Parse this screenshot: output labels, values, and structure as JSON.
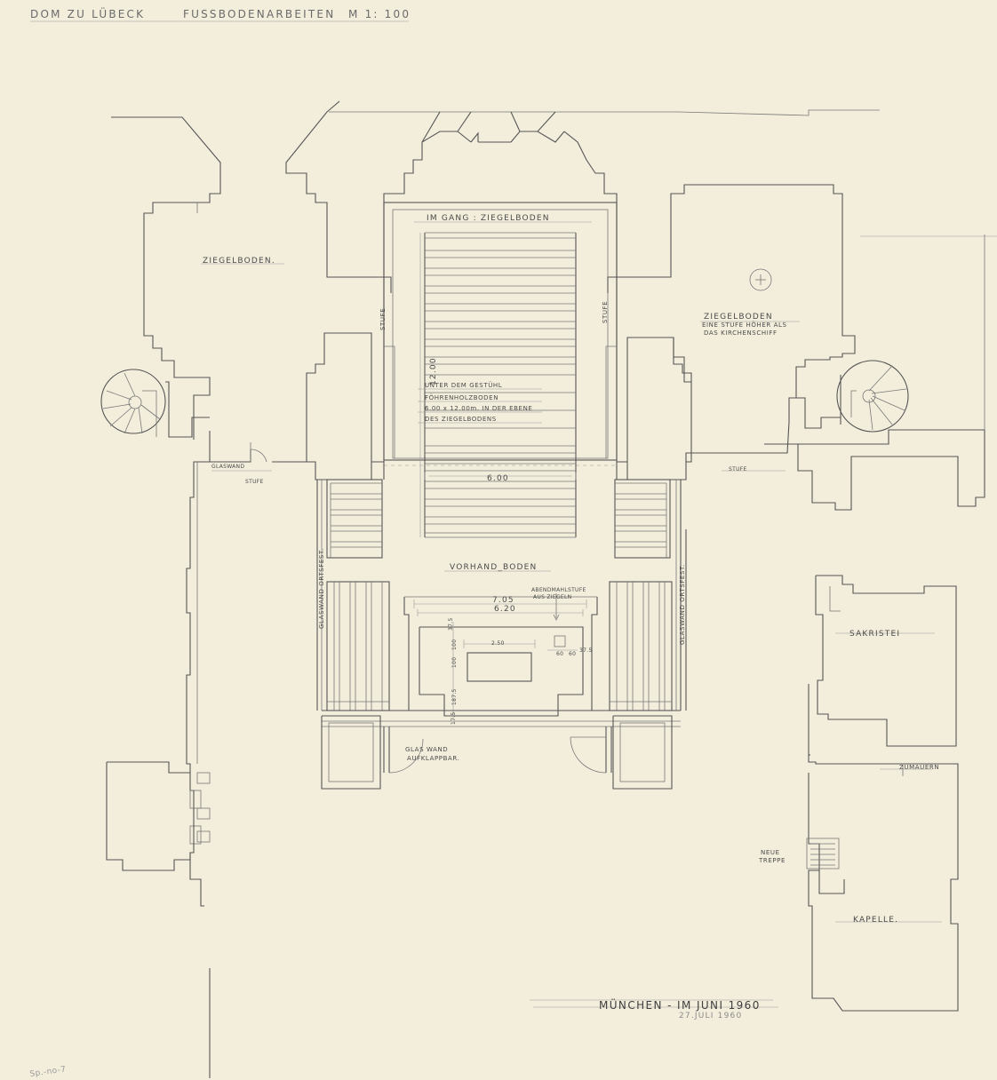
{
  "header": {
    "building": "DOM ZU LÜBECK",
    "subject": "FUSSBODENARBEITEN",
    "scale": "M 1: 100"
  },
  "labels": {
    "gang": "IM GANG : ZIEGELBODEN",
    "ziegel_left": "ZIEGELBODEN.",
    "ziegel_right": "ZIEGELBODEN",
    "ziegel_right_note1": "EINE STUFE HÖHER ALS",
    "ziegel_right_note2": "DAS KIRCHENSCHIFF",
    "stufe": "STUFE",
    "glaswand": "GLASWAND",
    "glaswand_ortsfest": "GLASWAND ORTSFEST.",
    "gestuehl1": "UNTER DEM GESTÜHL",
    "gestuehl2": "FÖHRENHOLZBODEN",
    "gestuehl3": "6.00 x 12.00m. IN DER EBENE",
    "gestuehl4": "DES ZIEGELBODENS",
    "vorhand": "VORHAND_BODEN",
    "abendmahl1": "ABENDMAHLSTUFE",
    "abendmahl2": "AUS ZIEGELN",
    "glaswand_klapp1": "GLAS WAND",
    "glaswand_klapp2": "AUFKLAPPBAR.",
    "sakristei": "SAKRISTEI",
    "zumauern": "ZUMAUERN",
    "neue1": "NEUE",
    "neue2": "TREPPE",
    "kapelle": "KAPELLE."
  },
  "dimensions": {
    "d1200": "12.00",
    "d600": "6.00",
    "d705": "7.05",
    "d620": "6.20",
    "d250": "2.50",
    "d375": "37.5",
    "d100a": "100",
    "d100b": "100",
    "d1875": "187.5",
    "d175": "17.5",
    "d60": "60",
    "d60b": "60",
    "d375b": "37.5"
  },
  "footer": {
    "place_date": "MÜNCHEN - IM JUNI 1960",
    "stamp_date": "27.JULI 1960",
    "archive": "Sp.-no-7"
  }
}
